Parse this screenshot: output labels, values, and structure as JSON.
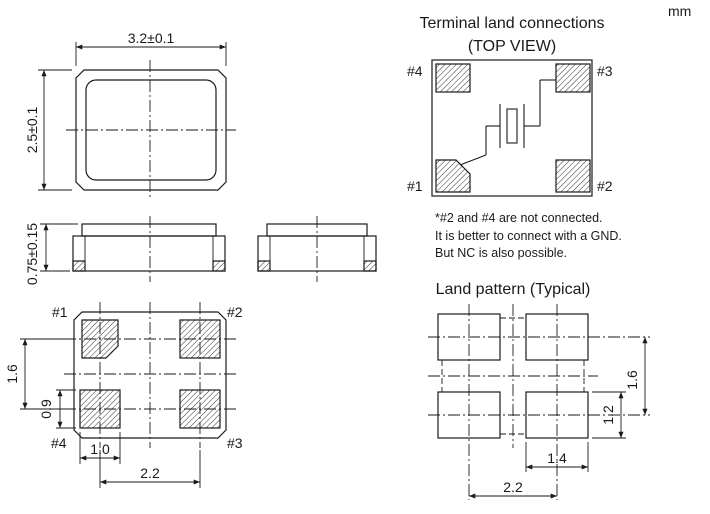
{
  "units": "mm",
  "top_view": {
    "width_dim": "3.2±0.1",
    "height_dim": "2.5±0.1"
  },
  "side_view": {
    "height_dim": "0.75±0.15"
  },
  "bottom_view": {
    "pins": [
      "#1",
      "#2",
      "#3",
      "#4"
    ],
    "pitch_v": "1.6",
    "pad_h": "0.9",
    "pad_w": "1.0",
    "pitch_h": "2.2"
  },
  "terminal": {
    "title_line1": "Terminal land connections",
    "title_line2": "(TOP VIEW)",
    "pins": [
      "#1",
      "#2",
      "#3",
      "#4"
    ],
    "notes": [
      "*#2 and #4 are not connected.",
      "It is better to connect with a GND.",
      "But NC is also possible."
    ]
  },
  "land_pattern": {
    "title": "Land pattern (Typical)",
    "pitch_v": "1.6",
    "pad_h": "1.2",
    "pad_w": "1.4",
    "pitch_h": "2.2"
  },
  "colors": {
    "line": "#1a1a1a",
    "hatch": "#333333",
    "bg": "#ffffff"
  }
}
